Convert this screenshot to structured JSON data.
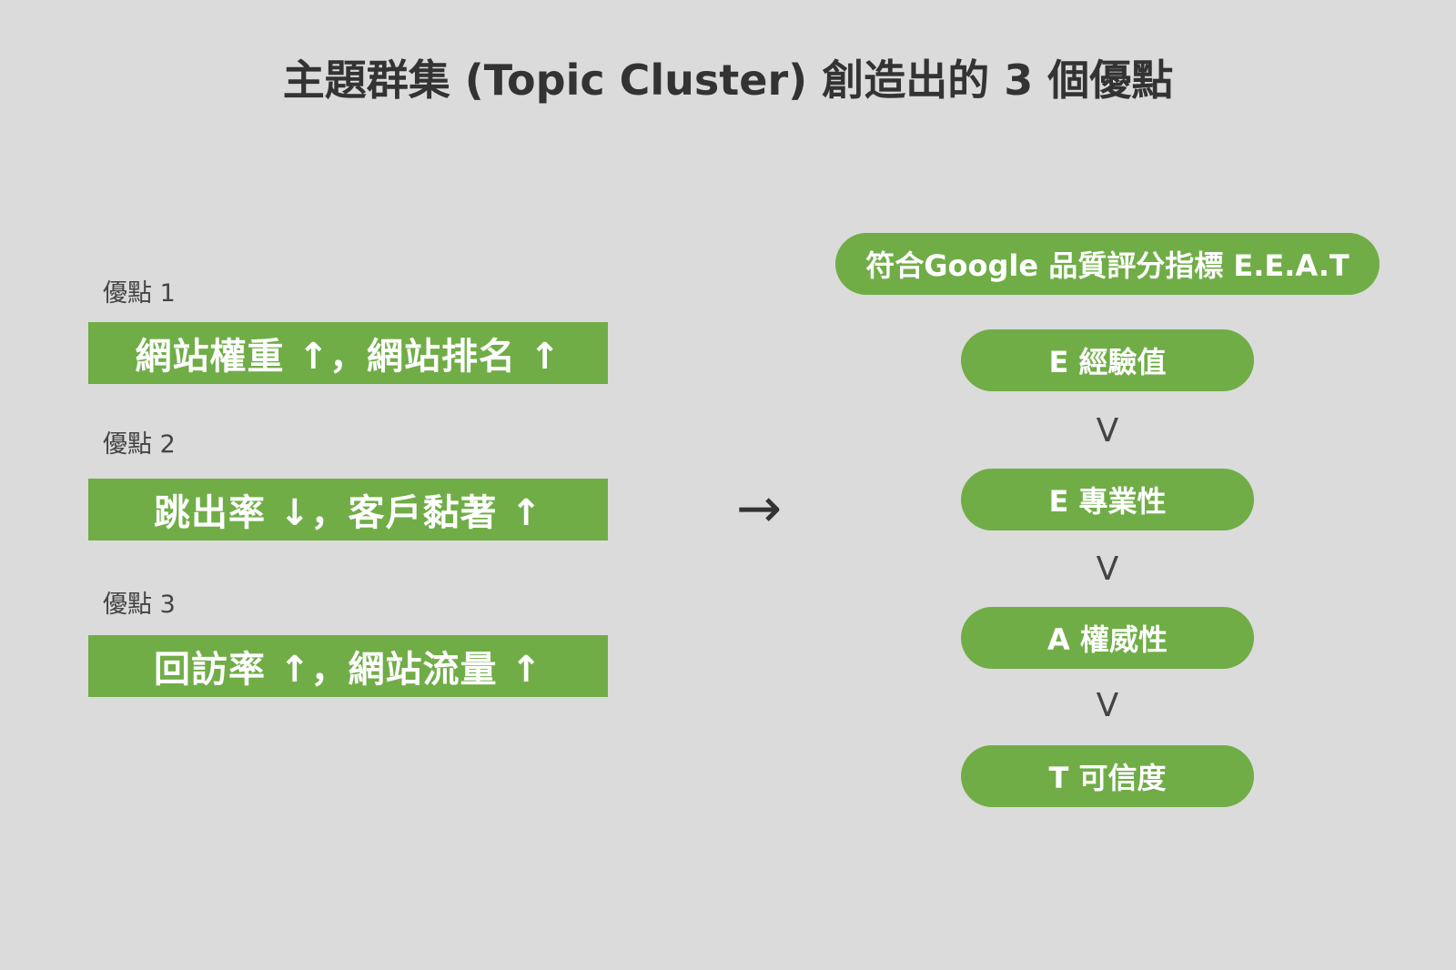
{
  "title": "主題群集 (Topic Cluster) 創造出的 3 個優點",
  "advantages": [
    {
      "label": "優點 1",
      "text": "網站權重 ↑，網站排名 ↑"
    },
    {
      "label": "優點 2",
      "text": "跳出率 ↓，客戶黏著 ↑"
    },
    {
      "label": "優點 3",
      "text": "回訪率 ↑，網站流量 ↑"
    }
  ],
  "arrow": "→",
  "eeat": {
    "header": "符合Google 品質評分指標 E.E.A.T",
    "items": [
      {
        "text": "E 經驗值"
      },
      {
        "text": "E  專業性"
      },
      {
        "text": "A 權威性"
      },
      {
        "text": "T 可信度"
      }
    ],
    "separator": "V"
  },
  "colors": {
    "background": "#dbdbdb",
    "accent": "#70ad47",
    "text_dark": "#333333"
  }
}
